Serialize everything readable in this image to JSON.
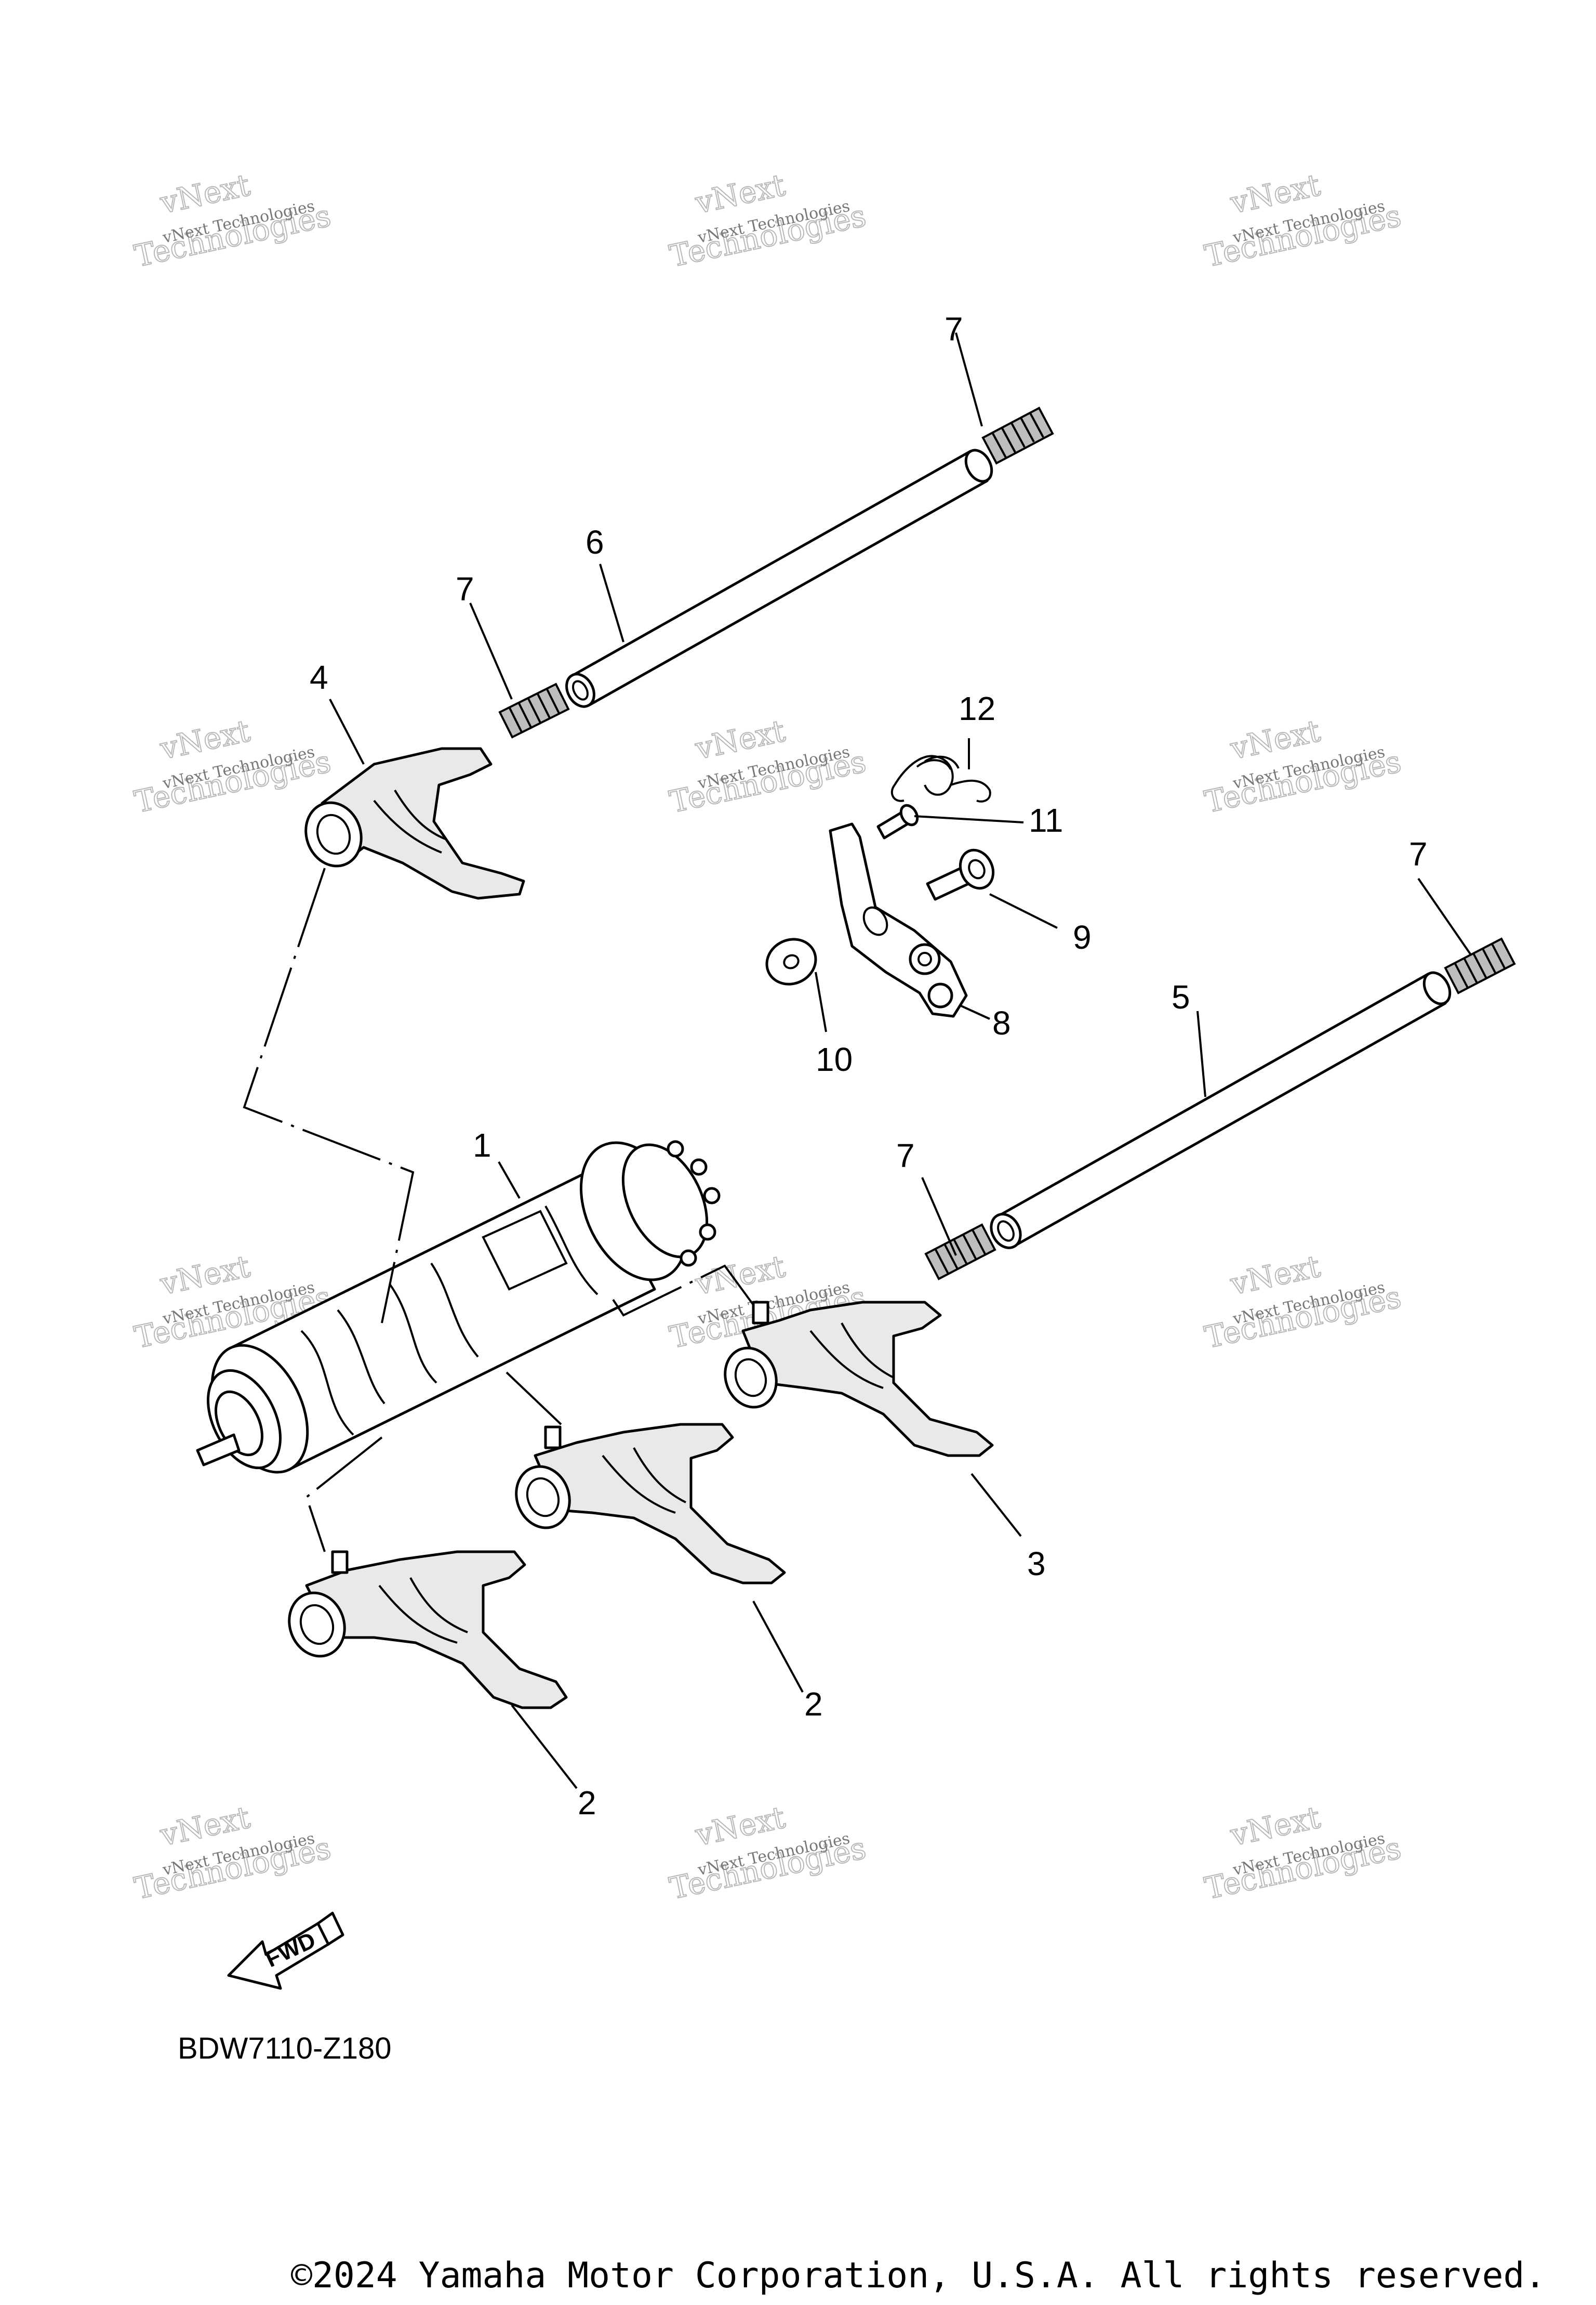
{
  "diagram_code": "BDW7110-Z180",
  "copyright": "©2024 Yamaha Motor Corporation, U.S.A. All rights reserved.",
  "fwd_label": "FWD",
  "watermark": {
    "line1": "vNext Technologies",
    "line2": "vNext",
    "line3": "Technologies"
  },
  "callouts": {
    "c1": "1",
    "c2a": "2",
    "c2b": "2",
    "c3": "3",
    "c4": "4",
    "c5": "5",
    "c6": "6",
    "c7a": "7",
    "c7b": "7",
    "c7c": "7",
    "c7d": "7",
    "c8": "8",
    "c9": "9",
    "c10": "10",
    "c11": "11",
    "c12": "12"
  }
}
